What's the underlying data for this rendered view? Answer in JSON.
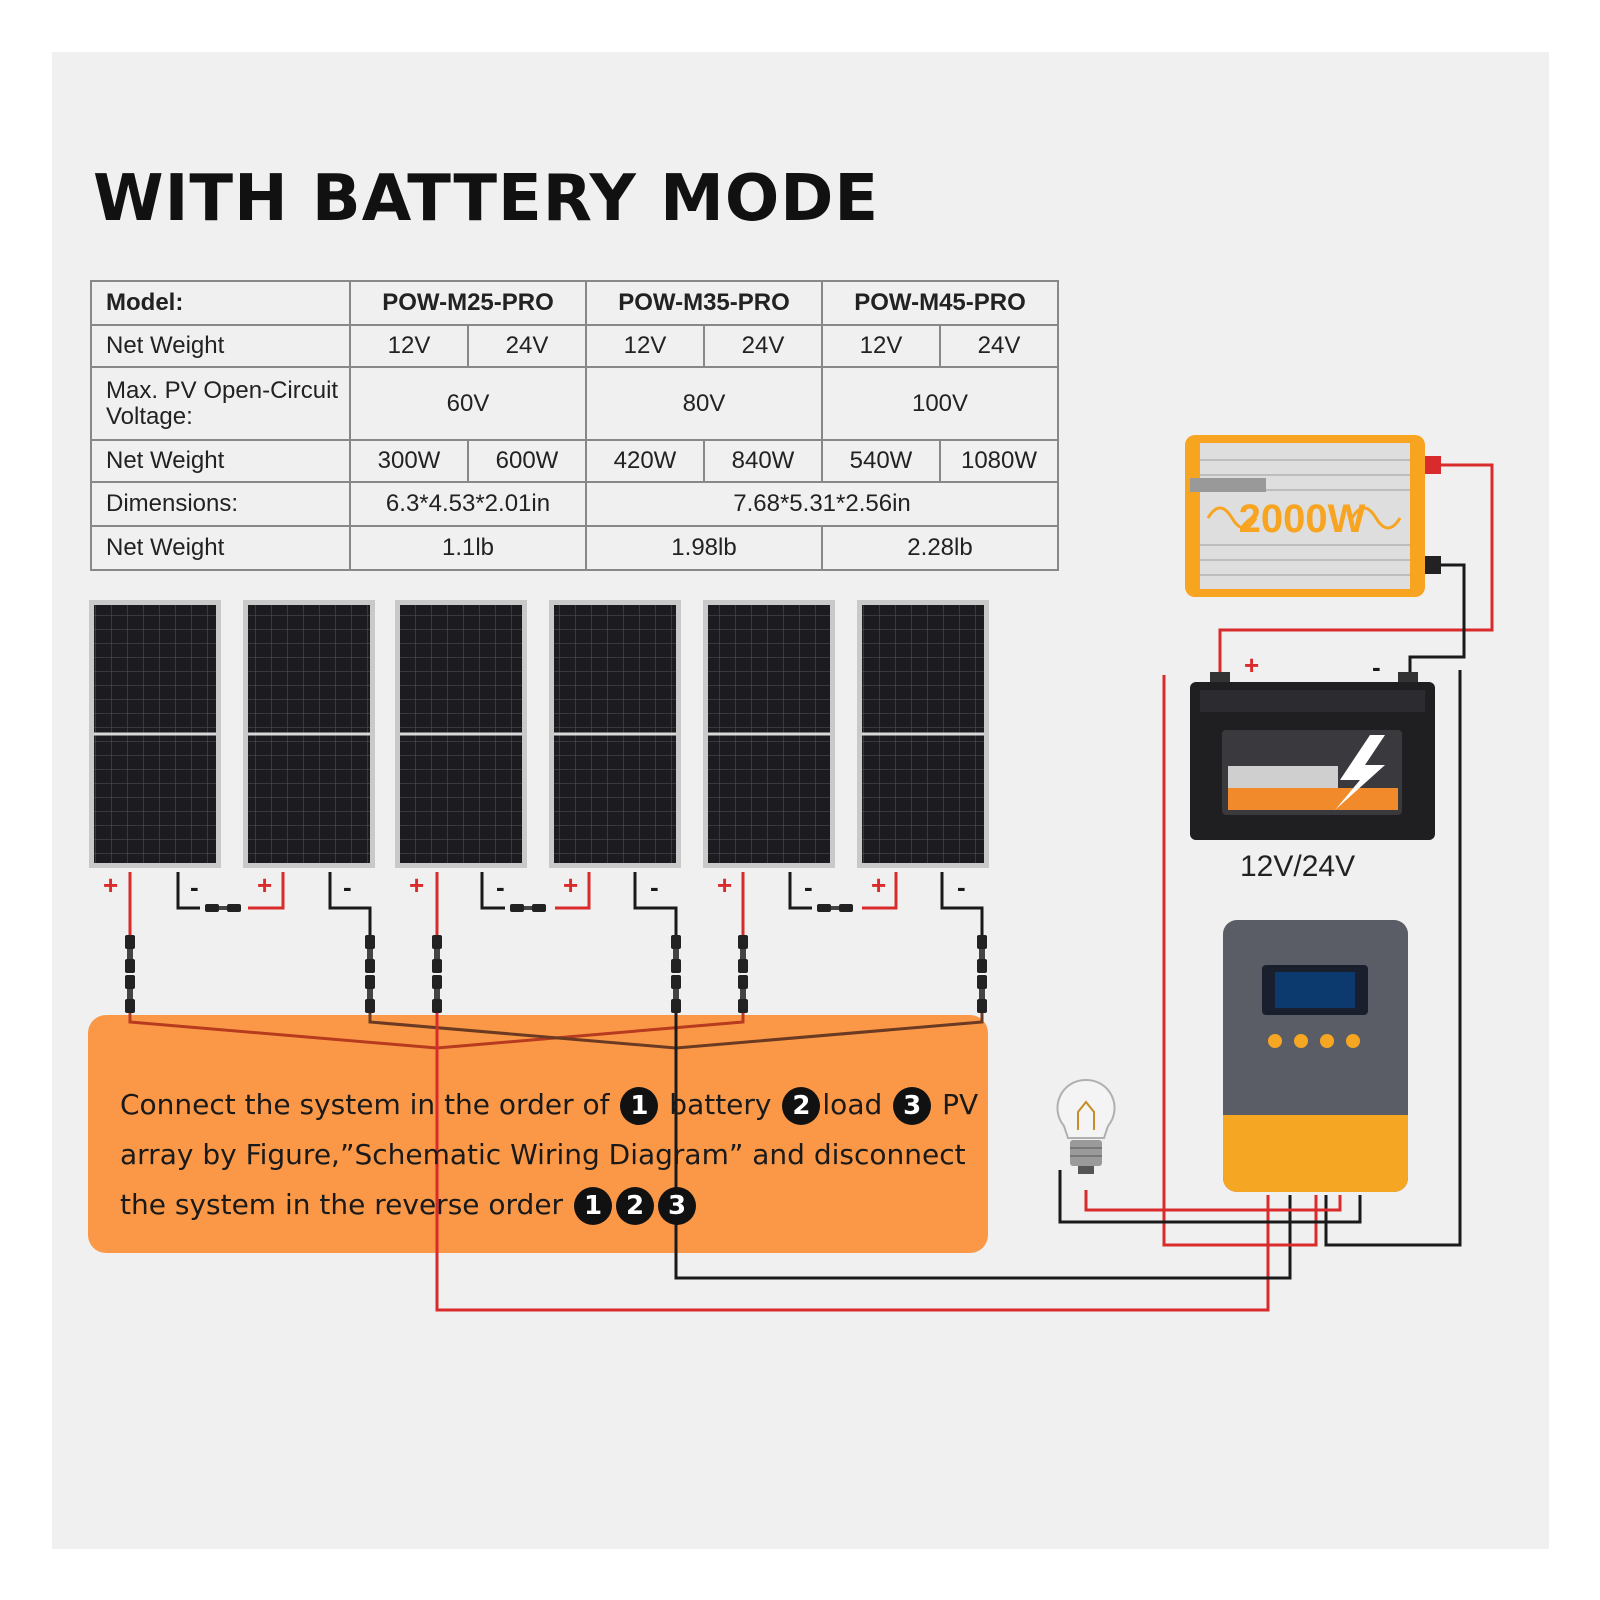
{
  "title": "WITH BATTERY MODE",
  "spec_table": {
    "header": {
      "label": "Model:",
      "models": [
        "POW-M25-PRO",
        "POW-M35-PRO",
        "POW-M45-PRO"
      ]
    },
    "rows": [
      {
        "label": "Net Weight",
        "values": [
          "12V",
          "24V",
          "12V",
          "24V",
          "12V",
          "24V"
        ]
      },
      {
        "label": "Max. PV Open-Circuit Voltage:",
        "values": [
          "60V",
          "80V",
          "100V"
        ]
      },
      {
        "label": "Net Weight",
        "values": [
          "300W",
          "600W",
          "420W",
          "840W",
          "540W",
          "1080W"
        ]
      },
      {
        "label": "Dimensions:",
        "values": [
          "6.3*4.53*2.01in",
          "7.68*5.31*2.56in"
        ]
      },
      {
        "label": "Net Weight",
        "values": [
          "1.1lb",
          "1.98lb",
          "2.28lb"
        ]
      }
    ]
  },
  "inverter": {
    "power_label": "2000W"
  },
  "battery": {
    "voltage_label": "12V/24V",
    "plus": "+",
    "minus": "-"
  },
  "panel_terminals": {
    "plus": "+",
    "minus": "-"
  },
  "instructions": {
    "part1": "Connect the system in the order of",
    "n1": "1",
    "step1": "battery",
    "n2": "2",
    "step2": "load",
    "n3": "3",
    "step3": "PV",
    "part2": "array by Figure,”Schematic Wiring Diagram” and disconnect",
    "part3": "the system in the reverse order"
  },
  "colors": {
    "wire_red": "#d92b2b",
    "wire_black": "#1a1a1a",
    "note_orange": "#fb9848",
    "inverter_orange": "#f7a421",
    "controller_gray": "#5a5d66",
    "controller_yellow": "#f5a623",
    "panel_cell": "#1c1c20"
  },
  "icons": [
    "solar-panel-icon",
    "inverter-icon",
    "battery-icon",
    "charge-controller-icon",
    "light-bulb-icon",
    "lightning-icon"
  ]
}
